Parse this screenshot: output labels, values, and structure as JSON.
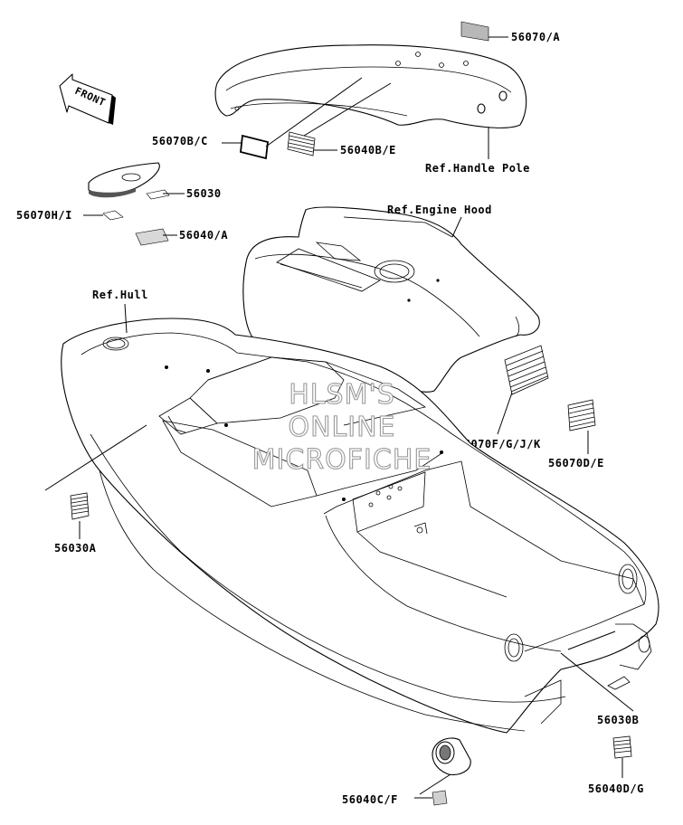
{
  "parts": {
    "p56070A": "56070/A",
    "p56070BC": "56070B/C",
    "p56040BE": "56040B/E",
    "refHandlePole": "Ref.Handle Pole",
    "p56030": "56030",
    "p56070HI": "56070H/I",
    "p56040A": "56040/A",
    "refEngineHood": "Ref.Engine Hood",
    "refHull": "Ref.Hull",
    "p56070FGJK": "56070F/G/J/K",
    "p56070DE": "56070D/E",
    "p56030A": "56030A",
    "p56030B": "56030B",
    "p56040DG": "56040D/G",
    "p56040CF": "56040C/F"
  },
  "front_tag": "FRONT",
  "watermark": [
    "HLSM'S",
    "ONLINE",
    "MICROFICHE"
  ]
}
